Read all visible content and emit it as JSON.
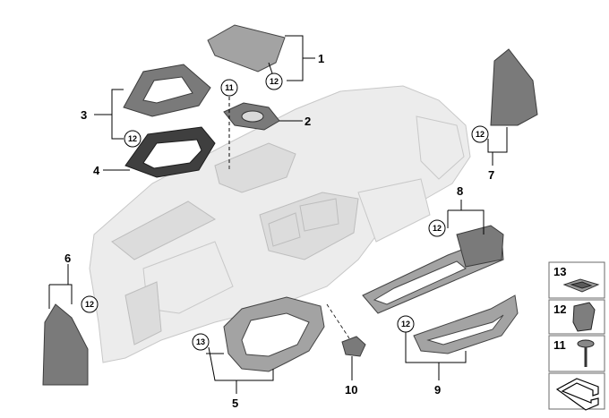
{
  "parts": {
    "p1": "1",
    "p2": "2",
    "p3": "3",
    "p4": "4",
    "p5": "5",
    "p6": "6",
    "p7": "7",
    "p8": "8",
    "p9": "9",
    "p10": "10"
  },
  "callouts": {
    "c11": "11",
    "c12": "12",
    "c13": "13"
  },
  "legend": {
    "items": [
      "13",
      "12",
      "11"
    ]
  }
}
